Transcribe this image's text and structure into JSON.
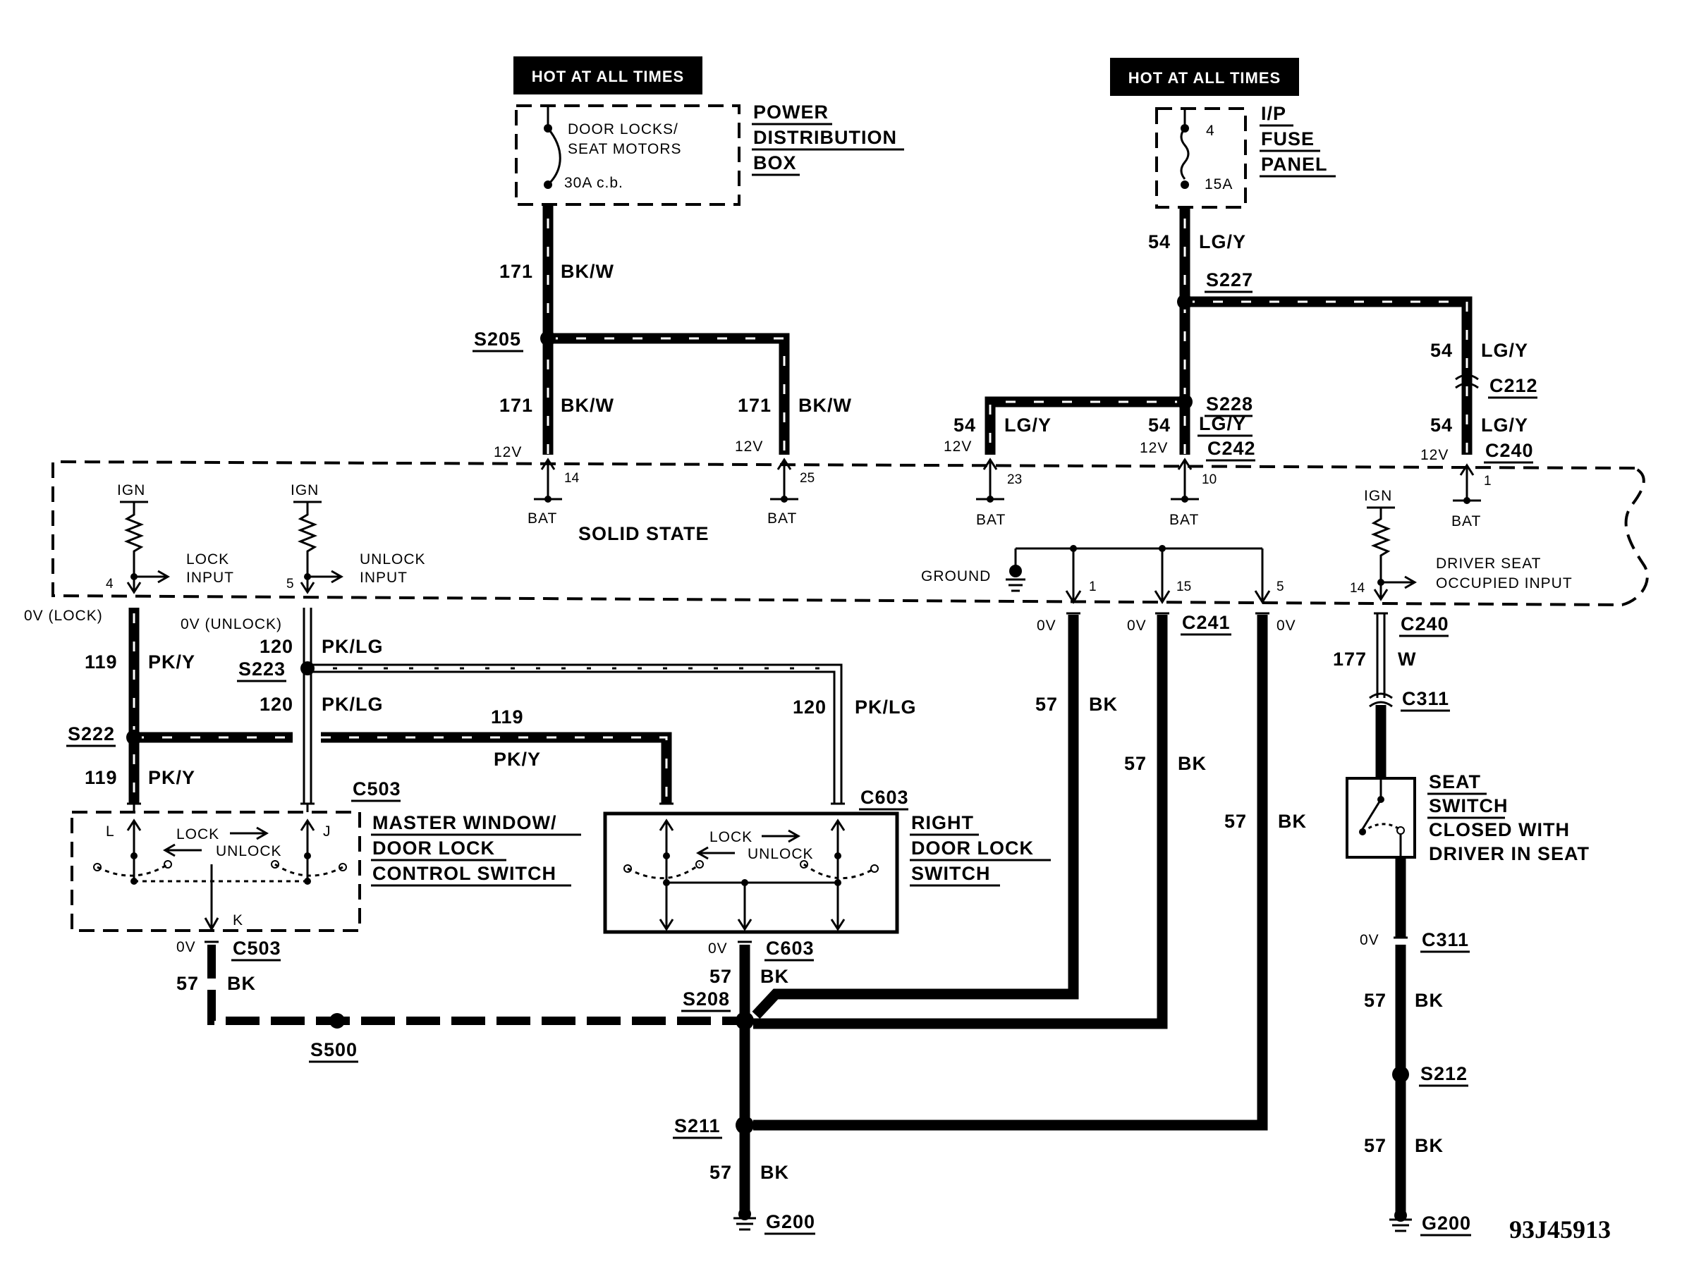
{
  "hot_labels": [
    "HOT AT ALL TIMES",
    "HOT AT ALL TIMES"
  ],
  "power_distribution_box": {
    "label_lines": [
      "POWER",
      "DISTRIBUTION",
      "BOX"
    ],
    "breaker_name": [
      "DOOR LOCKS/",
      "SEAT MOTORS"
    ],
    "breaker_rating": "30A c.b."
  },
  "ip_fuse_panel": {
    "label_lines": [
      "I/P",
      "FUSE",
      "PANEL"
    ],
    "fuse_number": "4",
    "fuse_rating": "15A"
  },
  "wires": {
    "w171": "171",
    "bkw": "BK/W",
    "w54": "54",
    "lgy": "LG/Y",
    "w119": "119",
    "pky": "PK/Y",
    "w120": "120",
    "pklg": "PK/LG",
    "w57": "57",
    "bk": "BK",
    "w177": "177",
    "w": "W"
  },
  "splices": {
    "s205": "S205",
    "s227": "S227",
    "s228": "S228",
    "s222": "S222",
    "s223": "S223",
    "s500": "S500",
    "s208": "S208",
    "s211": "S211",
    "s212": "S212"
  },
  "connectors": {
    "c212": "C212",
    "c242": "C242",
    "c240": "C240",
    "c241": "C241",
    "c503": "C503",
    "c603": "C603",
    "c311": "C311"
  },
  "grounds": {
    "g200": "G200"
  },
  "module": {
    "name": "SOLID STATE",
    "volt12": "12V",
    "bat": "BAT",
    "ign": "IGN",
    "ground": "GROUND",
    "zero_v": "0V",
    "lock_state": "0V (LOCK)",
    "unlock_state": "0V (UNLOCK)",
    "pins": [
      "14",
      "25",
      "23",
      "10",
      "1",
      "4",
      "5",
      "1",
      "15",
      "5",
      "14"
    ],
    "lock_input": [
      "LOCK",
      "INPUT"
    ],
    "unlock_input": [
      "UNLOCK",
      "INPUT"
    ],
    "seat_input": [
      "DRIVER SEAT",
      "OCCUPIED INPUT"
    ]
  },
  "master_switch": {
    "label_lines": [
      "MASTER WINDOW/",
      "DOOR LOCK",
      "CONTROL SWITCH"
    ],
    "pins": [
      "L",
      "J",
      "K"
    ],
    "lock": "LOCK",
    "unlock": "UNLOCK"
  },
  "right_switch": {
    "label_lines": [
      "RIGHT",
      "DOOR LOCK",
      "SWITCH"
    ],
    "lock": "LOCK",
    "unlock": "UNLOCK"
  },
  "seat_switch": {
    "label_lines": [
      "SEAT",
      "SWITCH",
      "CLOSED WITH",
      "DRIVER IN SEAT"
    ]
  },
  "figure_id": "93J45913"
}
